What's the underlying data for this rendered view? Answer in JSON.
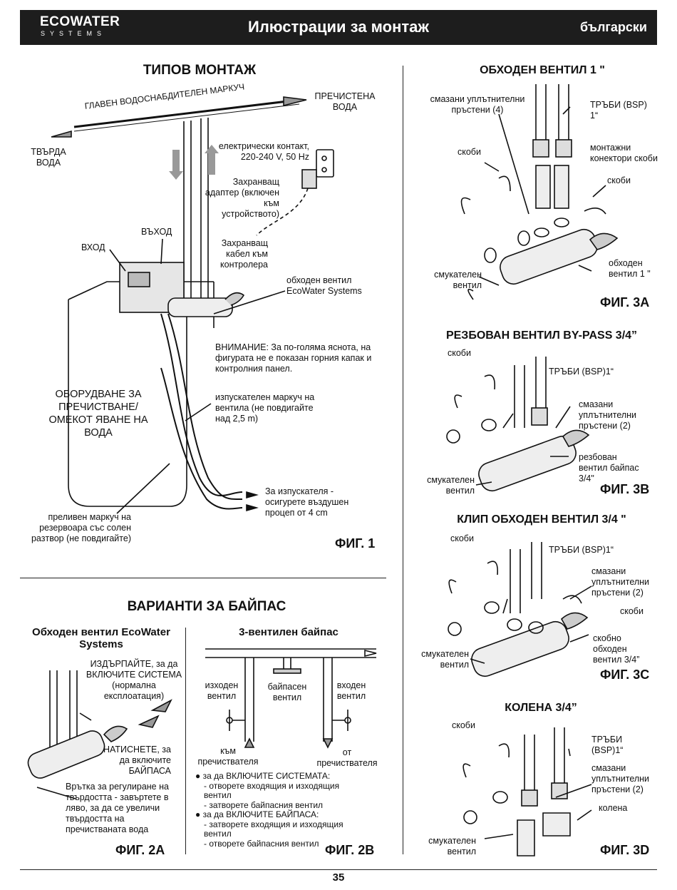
{
  "header": {
    "logo_main": "ECOWATER",
    "logo_sub": "SYSTEMS",
    "title": "Илюстрации за монтаж",
    "language": "български"
  },
  "fig1": {
    "title": "ТИПОВ МОНТАЖ",
    "main_hose": "ГЛАВЕН ВОДОСНАБДИТЕЛЕН МАРКУЧ",
    "treated_water": "ПРЕЧИСТЕНА ВОДА",
    "hard_water": "ТВЪРДА ВОДА",
    "outlet": "ВХОД",
    "inlet": "ВЪХОД",
    "electric_outlet": "електрически контакт, 220-240 V, 50 Hz",
    "power_adapter": "Захранващ адаптер (включен към устройството)",
    "power_cable": "Захранващ кабел към контролера",
    "bypass_valve": "обходен вентил EcoWater Systems",
    "attention": "ВНИМАНИЕ: За по-голяма яснота, на фигурата не е показан горния капак и контролния панел.",
    "equipment": "ОБОРУДВАНЕ ЗА ПРЕЧИСТВАНЕ/ОМЕКОТ ЯВАНЕ НА ВОДА",
    "drain_hose": "изпускателен маркуч на вентила (не повдигайте над 2,5 m)",
    "to_drain": "За изпускателя - осигурете въздушен процеп от 4 cm",
    "overflow_hose": "преливен маркуч на резервоара със солен разтвор (не повдигайте)",
    "label": "ФИГ. 1"
  },
  "bypass_options": {
    "title": "ВАРИАНТИ ЗА БАЙПАС",
    "fig2a": {
      "title": "Обходен вентил EcoWater Systems",
      "pull_out": "ИЗДЪРПАЙТЕ, за да ВКЛЮЧИТЕ СИСТЕМА (нормална експлоатация)",
      "push_in": "НАТИСНЕТЕ, за да включите БАЙПАСА",
      "knob": "Врътка за регулиране на твърдостта - завъртете в ляво, за да се увеличи твърдостта на пречистваната вода",
      "label": "ФИГ. 2А"
    },
    "fig2b": {
      "title": "3-вентилен байпас",
      "outlet_valve": "изходен вентил",
      "bypass_valve": "байпасен вентил",
      "inlet_valve": "входен вентил",
      "to_conditioner": "към пречиствателя",
      "from_conditioner": "от пречиствателя",
      "instr": [
        "● за да ВКЛЮЧИТЕ СИСТЕМАТА:",
        "- отворете входящия и изходящия вентил",
        "- затворете байпасния вентил",
        "● за да ВКЛЮЧИТЕ БАЙПАСА:",
        "- затворете входящия и изходящия вентил",
        "- отворете байпасния вентил"
      ],
      "label": "ФИГ. 2В"
    }
  },
  "fig3a": {
    "title": "ОБХОДЕН ВЕНТИЛ 1 \"",
    "orings": "смазани уплътнителни пръстени (4)",
    "pipes": "ТРЪБИ (BSP) 1“",
    "clips": "скоби",
    "adaptors": "монтажни конектори скоби",
    "clips2": "скоби",
    "sleeve": "смукателен вентил",
    "bypass": "обходен вентил 1 \"",
    "label": "ФИГ. 3А"
  },
  "fig3b": {
    "title": "РЕЗБОВАН ВЕНТИЛ BY-PASS 3/4”",
    "clips": "скоби",
    "pipes": "ТРЪБИ (BSP)1“",
    "orings": "смазани уплътнителни пръстени (2)",
    "valve": "резбован вентил байпас 3/4\"",
    "sleeve": "смукателен вентил",
    "label": "ФИГ. 3В"
  },
  "fig3c": {
    "title": "КЛИП ОБХОДЕН ВЕНТИЛ 3/4 \"",
    "clips": "скоби",
    "pipes": "ТРЪБИ (BSP)1“",
    "orings": "смазани уплътнителни пръстени (2)",
    "clips2": "скоби",
    "valve": "скобно обходен вентил 3/4”",
    "sleeve": "смукателен вентил",
    "label": "ФИГ. 3С"
  },
  "fig3d": {
    "title": "КОЛЕНА 3/4”",
    "clips": "скоби",
    "pipes": "ТРЪБИ (BSP)1“",
    "orings": "смазани уплътнителни пръстени (2)",
    "elbows": "колена",
    "sleeve": "смукателен вентил",
    "label": "ФИГ. 3D"
  },
  "footer": {
    "page_number": "35"
  }
}
